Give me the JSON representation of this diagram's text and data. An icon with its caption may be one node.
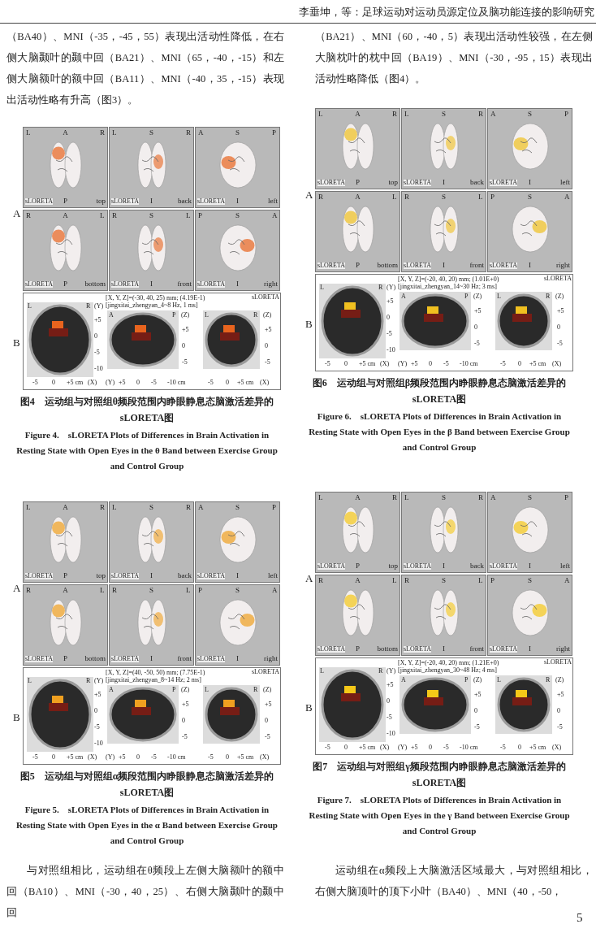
{
  "diagram": {
    "labels": [
      "李垂坤，等：足球运动对运动员源定位及脑功能连接的影响研究",
      "（BA40）、MNI（-35，-45，55）表现出活动性降低，在右侧大脑颞叶的颞中回（BA21）、MNI（65，-40，-15）和左侧大脑额叶的额中回（BA11）、MNI（-40，35，-15）表现出活动性略有升高（图3）。",
      "A",
      "L",
      "A",
      "R",
      "sLORETA",
      "P",
      "top",
      "L",
      "S",
      "R",
      "sLORETA",
      "I",
      "back",
      "A",
      "S",
      "P",
      "sLORETA",
      "I",
      "left",
      "R",
      "A",
      "L",
      "sLORETA",
      "P",
      "bottom",
      "R",
      "S",
      "L",
      "sLORETA",
      "I",
      "front",
      "P",
      "S",
      "A",
      "sLORETA",
      "I",
      "right",
      "B",
      "[X, Y, Z]=(-30, 40, 25) mm; (4.19E-1) [jingxitai_zhengyan_4~8 Hz, 1 ms]",
      "sLORETA",
      "L",
      "R",
      "(Y)",
      "+5",
      "0",
      "-5",
      "-10",
      "-5",
      "0",
      "+5 cm",
      "(X)",
      "A",
      "P",
      "(Z)",
      "+5",
      "0",
      "-5",
      "(Y)",
      "+5",
      "0",
      "-5",
      "-10 cm",
      "L",
      "R",
      "(Z)",
      "+5",
      "0",
      "-5",
      "-5",
      "0",
      "+5 cm",
      "(X)",
      "图4　运动组与对照组θ频段范围内睁眼静息态脑激活差异的sLORETA图",
      "Figure 4.　sLORETA Plots of Differences in Brain Activation in Resting State with Open Eyes in the θ Band between Exercise Group and Control Group",
      "A",
      "L",
      "A",
      "R",
      "sLORETA",
      "P",
      "top",
      "L",
      "S",
      "R",
      "sLORETA",
      "I",
      "back",
      "A",
      "S",
      "P",
      "sLORETA",
      "I",
      "left",
      "R",
      "A",
      "L",
      "sLORETA",
      "P",
      "bottom",
      "R",
      "S",
      "L",
      "sLORETA",
      "I",
      "front",
      "P",
      "S",
      "A",
      "sLORETA",
      "I",
      "right",
      "B",
      "[X, Y, Z]=(40, -50, 50) mm; (7.75E-1) [jingxitai_zhengyan_8~14 Hz; 2 ms]",
      "sLORETA",
      "L",
      "R",
      "(Y)",
      "+5",
      "0",
      "-5",
      "-10",
      "-5",
      "0",
      "+5 cm",
      "(X)",
      "A",
      "P",
      "(Z)",
      "+5",
      "0",
      "-5",
      "(Y)",
      "+5",
      "0",
      "-5",
      "-10 cm",
      "L",
      "R",
      "(Z)",
      "+5",
      "0",
      "-5",
      "-5",
      "0",
      "+5 cm",
      "(X)",
      "图5　运动组与对照组α频段范围内睁眼静息态脑激活差异的sLORETA图",
      "Figure 5.　sLORETA Plots of Differences in Brain Activation in Resting State with Open Eyes in the α Band between Exercise Group and Control Group",
      "与对照组相比，运动组在θ频段上左侧大脑额叶的额中回（BA10）、MNI（-30，40，25）、右侧大脑颞叶的颞中回",
      "（BA21）、MNI（60，-40，5）表现出活动性较强，在左侧大脑枕叶的枕中回（BA19）、MNI（-30，-95，15）表现出活动性略降低（图4）。",
      "A",
      "L",
      "A",
      "R",
      "sLORETA",
      "P",
      "top",
      "L",
      "S",
      "R",
      "sLORETA",
      "I",
      "back",
      "A",
      "S",
      "P",
      "sLORETA",
      "I",
      "left",
      "R",
      "A",
      "L",
      "sLORETA",
      "P",
      "bottom",
      "R",
      "S",
      "L",
      "sLORETA",
      "I",
      "front",
      "P",
      "S",
      "A",
      "sLORETA",
      "I",
      "right",
      "B",
      "[X, Y, Z]=(-20, 40, 20) mm; (1.01E+0) [jingxitai_zhengyan_14~30 Hz; 3 ms]",
      "sLORETA",
      "L",
      "R",
      "(Y)",
      "+5",
      "0",
      "-5",
      "-10",
      "-5",
      "0",
      "+5 cm",
      "(X)",
      "A",
      "P",
      "(Z)",
      "+5",
      "0",
      "-5",
      "(Y)",
      "+5",
      "0",
      "-5",
      "-10 cm",
      "L",
      "R",
      "(Z)",
      "+5",
      "0",
      "-5",
      "-5",
      "0",
      "+5 cm",
      "(X)",
      "图6　运动组与对照组β频段范围内睁眼静息态脑激活差异的sLORETA图",
      "Figure 6.　sLORETA Plots of Differences in Brain Activation in Resting State with Open Eyes in the β Band between Exercise Group and Control Group",
      "A",
      "L",
      "A",
      "R",
      "sLORETA",
      "P",
      "top",
      "L",
      "S",
      "R",
      "sLORETA",
      "I",
      "back",
      "A",
      "S",
      "P",
      "sLORETA",
      "I",
      "left",
      "R",
      "A",
      "L",
      "sLORETA",
      "P",
      "bottom",
      "R",
      "S",
      "L",
      "sLORETA",
      "I",
      "front",
      "P",
      "S",
      "A",
      "sLORETA",
      "I",
      "right",
      "B",
      "[X, Y, Z]=(-20, 40, 20) mm; (1.21E+0) [jingxitai_zhengyan_30~48 Hz; 4 ms]",
      "sLORETA",
      "L",
      "R",
      "(Y)",
      "+5",
      "0",
      "-5",
      "-10",
      "-5",
      "0",
      "+5 cm",
      "(X)",
      "A",
      "P",
      "(Z)",
      "+5",
      "0",
      "-5",
      "(Y)",
      "+5",
      "0",
      "-5",
      "-10 cm",
      "L",
      "R",
      "(Z)",
      "+5",
      "0",
      "-5",
      "-5",
      "0",
      "+5 cm",
      "(X)",
      "图7　运动组与对照组γ频段范围内睁眼静息态脑激活差异的sLORETA图",
      "Figure 7.　sLORETA Plots of Differences in Brain Activation in Resting State with Open Eyes in the γ Band between Exercise Group and Control Group",
      "运动组在α频段上大脑激活区域最大，与对照组相比，右侧大脑顶叶的顶下小叶（BA40）、MNI（40，-50，",
      "5"
    ]
  }
}
